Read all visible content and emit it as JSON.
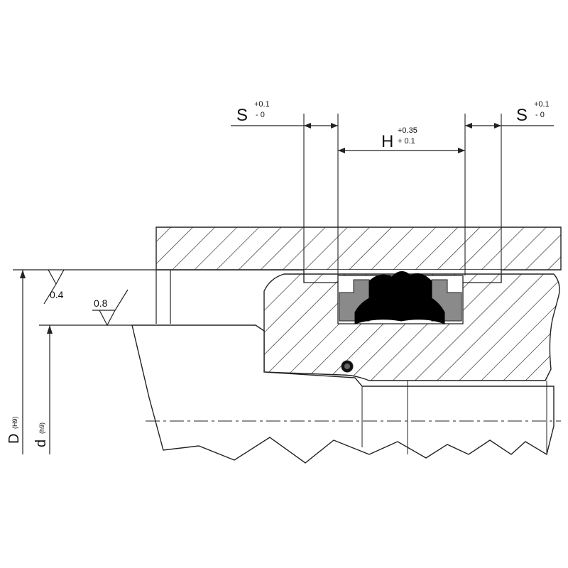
{
  "drawing": {
    "left_gap": {
      "symbol": "S",
      "tol_upper": "+0.1",
      "tol_lower": "- 0"
    },
    "right_gap": {
      "symbol": "S",
      "tol_upper": "+0.1",
      "tol_lower": "- 0"
    },
    "groove_width": {
      "symbol": "H",
      "tol_upper": "+0.35",
      "tol_lower": "+ 0.1"
    },
    "roughness_bore": "0.4",
    "roughness_rod": "0.8",
    "bore_diameter": {
      "symbol": "D",
      "fit": "(H9)"
    },
    "rod_diameter": {
      "symbol": "d",
      "fit": "(h9)"
    }
  }
}
